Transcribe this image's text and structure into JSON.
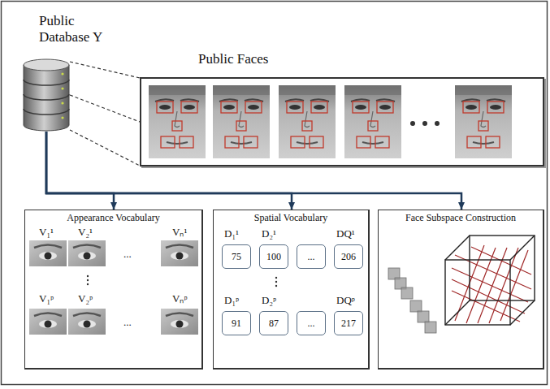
{
  "diagram": {
    "nodes": [
      {
        "text": [
          "Public Database Y"
        ]
      },
      {
        "text": [
          "Public Faces"
        ]
      },
      {
        "text": [
          "Appearance Vocabulary"
        ]
      },
      {
        "text": [
          "Spatial Vocabulary"
        ]
      },
      {
        "text": [
          "Face Subspace Construction"
        ]
      },
      {
        "text": [
          "75"
        ],
        "in": 3
      },
      {
        "text": [
          "100"
        ],
        "in": 3
      },
      {
        "text": [
          "..."
        ],
        "in": 3
      },
      {
        "text": [
          "206"
        ],
        "in": 3
      },
      {
        "text": [
          "91"
        ],
        "in": 3
      },
      {
        "text": [
          "87"
        ],
        "in": 3
      },
      {
        "text": [
          "..."
        ],
        "in": 3
      },
      {
        "text": [
          "217"
        ],
        "in": 3
      }
    ],
    "edges": [
      {
        "from": 0,
        "to": 1,
        "arrow": "none"
      },
      {
        "from": 0,
        "to": 2,
        "arrow": "to"
      },
      {
        "from": 0,
        "to": 3,
        "arrow": "to"
      },
      {
        "from": 0,
        "to": 4,
        "arrow": "to"
      }
    ],
    "labels": [
      "V₁¹",
      "V₂¹",
      "Vₙ¹",
      "...",
      "V₁ᵖ",
      "V₂ᵖ",
      "Vₙᵖ",
      "...",
      "D₁¹",
      "D₂¹",
      "DQ¹",
      "D₁ᵖ",
      "D₂ᵖ",
      "DQᵖ"
    ]
  }
}
